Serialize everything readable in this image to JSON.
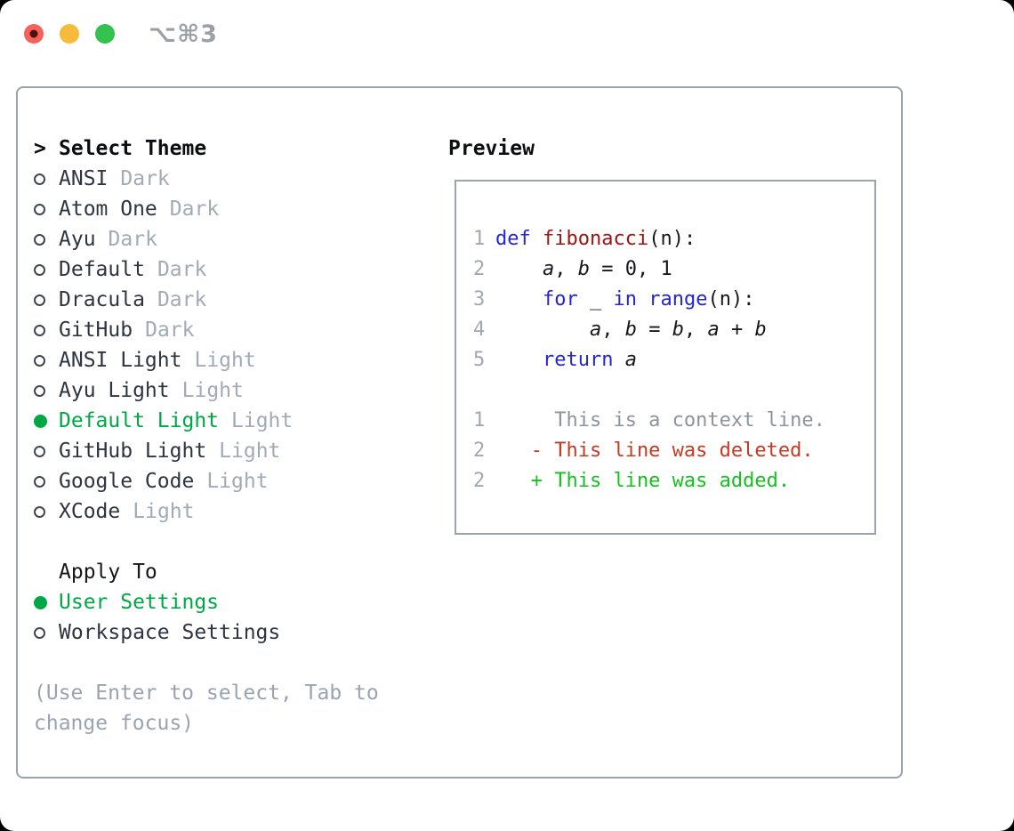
{
  "window": {
    "title": "⌥⌘3"
  },
  "colors": {
    "selection_green": "#00a845",
    "added_green": "#17c021",
    "deleted_red": "#c63a22",
    "keyword_blue": "#2424dc",
    "function_red": "#a31313",
    "muted_gray": "#a2aab5",
    "context_gray": "#8d949e",
    "panel_border": "#99a2ad",
    "traffic_red": "#f8605a",
    "traffic_yellow": "#f7bb3c",
    "traffic_green": "#33c24d"
  },
  "theme_selector": {
    "header_marker": ">",
    "header_label": "Select Theme",
    "items": [
      {
        "name": "ANSI",
        "variant": "Dark",
        "selected": false
      },
      {
        "name": "Atom One",
        "variant": "Dark",
        "selected": false
      },
      {
        "name": "Ayu",
        "variant": "Dark",
        "selected": false
      },
      {
        "name": "Default",
        "variant": "Dark",
        "selected": false
      },
      {
        "name": "Dracula",
        "variant": "Dark",
        "selected": false
      },
      {
        "name": "GitHub",
        "variant": "Dark",
        "selected": false
      },
      {
        "name": "ANSI Light",
        "variant": "Light",
        "selected": false
      },
      {
        "name": "Ayu Light",
        "variant": "Light",
        "selected": false
      },
      {
        "name": "Default Light",
        "variant": "Light",
        "selected": true
      },
      {
        "name": "GitHub Light",
        "variant": "Light",
        "selected": false
      },
      {
        "name": "Google Code",
        "variant": "Light",
        "selected": false
      },
      {
        "name": "XCode",
        "variant": "Light",
        "selected": false
      }
    ]
  },
  "apply_to": {
    "header": "Apply To",
    "options": [
      {
        "label": "User Settings",
        "selected": true
      },
      {
        "label": "Workspace Settings",
        "selected": false
      }
    ]
  },
  "hint": "(Use Enter to select, Tab to change focus)",
  "preview": {
    "title": "Preview",
    "code": [
      {
        "ln": "1",
        "tokens": [
          {
            "c": "kw",
            "t": "def "
          },
          {
            "c": "fn",
            "t": "fibonacci"
          },
          {
            "c": "pl",
            "t": "(n):"
          }
        ]
      },
      {
        "ln": "2",
        "tokens": [
          {
            "c": "pl",
            "t": "    "
          },
          {
            "c": "var",
            "t": "a"
          },
          {
            "c": "pl",
            "t": ", "
          },
          {
            "c": "var",
            "t": "b"
          },
          {
            "c": "pl",
            "t": " = 0, 1"
          }
        ]
      },
      {
        "ln": "3",
        "tokens": [
          {
            "c": "pl",
            "t": "    "
          },
          {
            "c": "kw",
            "t": "for"
          },
          {
            "c": "pl",
            "t": " _ "
          },
          {
            "c": "kw",
            "t": "in"
          },
          {
            "c": "pl",
            "t": " "
          },
          {
            "c": "kw",
            "t": "range"
          },
          {
            "c": "pl",
            "t": "(n):"
          }
        ]
      },
      {
        "ln": "4",
        "tokens": [
          {
            "c": "pl",
            "t": "        "
          },
          {
            "c": "var",
            "t": "a"
          },
          {
            "c": "pl",
            "t": ", "
          },
          {
            "c": "var",
            "t": "b"
          },
          {
            "c": "pl",
            "t": " = "
          },
          {
            "c": "var",
            "t": "b"
          },
          {
            "c": "pl",
            "t": ", "
          },
          {
            "c": "var",
            "t": "a"
          },
          {
            "c": "pl",
            "t": " + "
          },
          {
            "c": "var",
            "t": "b"
          }
        ]
      },
      {
        "ln": "5",
        "tokens": [
          {
            "c": "pl",
            "t": "    "
          },
          {
            "c": "kw",
            "t": "return "
          },
          {
            "c": "var",
            "t": "a"
          }
        ]
      },
      {
        "ln": "",
        "tokens": []
      },
      {
        "ln": "1",
        "tokens": [
          {
            "c": "ctx",
            "t": "     This is a context line."
          }
        ]
      },
      {
        "ln": "2",
        "tokens": [
          {
            "c": "del",
            "t": "   - This line was deleted."
          }
        ]
      },
      {
        "ln": "2",
        "tokens": [
          {
            "c": "add",
            "t": "   + This line was added."
          }
        ]
      }
    ]
  }
}
